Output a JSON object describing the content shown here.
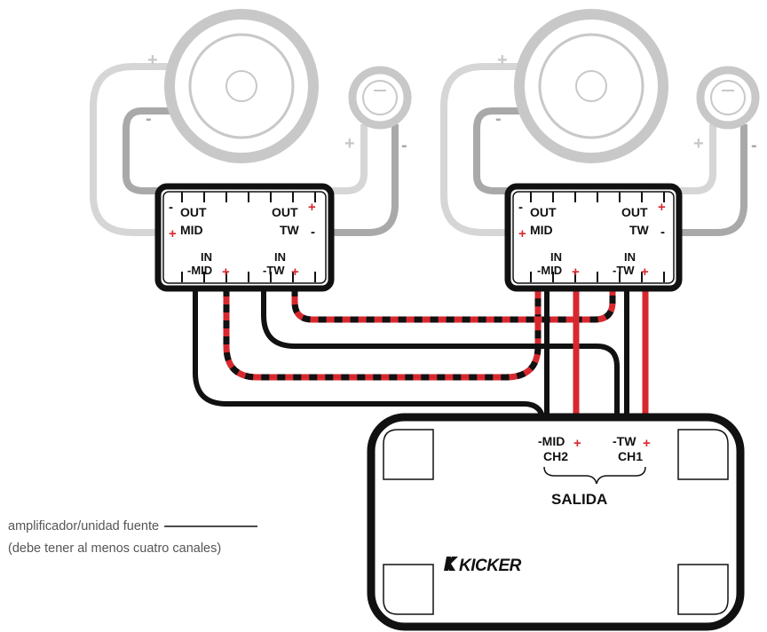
{
  "crossover": {
    "out_label": "OUT",
    "mid_label": "MID",
    "tw_label": "TW",
    "in_label": "IN",
    "in_mid_label": "-MID",
    "in_tw_label": "-TW",
    "plus": "+",
    "minus": "-"
  },
  "speaker": {
    "plus": "+",
    "minus": "-"
  },
  "amplifier": {
    "mid_terminal": "-MID",
    "tw_terminal": "-TW",
    "ch2": "CH2",
    "ch1": "CH1",
    "plus": "+",
    "output_label": "SALIDA",
    "brand": "KICKER",
    "note_line1": "amplificador/unidad fuente",
    "note_line2": "(debe tener al menos cuatro canales)"
  },
  "colors": {
    "wire_positive": "#d8282f",
    "wire_negative": "#111111",
    "speaker_outline": "#c8c8c8",
    "speaker_wire_light": "#d6d6d6",
    "speaker_wire_dark": "#a9a9a9"
  }
}
